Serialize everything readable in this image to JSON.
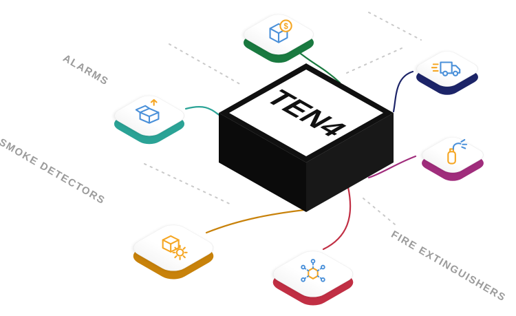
{
  "diagram": {
    "hub": {
      "label": "TEN4"
    },
    "labels": [
      {
        "text": "ALARMS"
      },
      {
        "text": "SMOKE DETECTORS"
      },
      {
        "text": "FIRE EXTINGUISHERS"
      }
    ],
    "nodes": [
      {
        "name": "payments",
        "icon": "box-dollar-icon",
        "accent": "#1a7a40",
        "badge": "$"
      },
      {
        "name": "delivery-truck",
        "icon": "truck-icon",
        "accent": "#1c2468"
      },
      {
        "name": "fire-extinguisher",
        "icon": "extinguisher-icon",
        "accent": "#a02d7c"
      },
      {
        "name": "package",
        "icon": "open-box-icon",
        "accent": "#2ba396"
      },
      {
        "name": "box-gear",
        "icon": "box-gear-icon",
        "accent": "#c8820b"
      },
      {
        "name": "network",
        "icon": "network-icon",
        "accent": "#c12f44"
      }
    ],
    "colors": {
      "cube_top": "#101010",
      "cube_left": "#0b0b0b",
      "cube_right": "#181818",
      "cube_face": "#ffffff",
      "hub_text": "#111111",
      "label_text": "#9b9b9b",
      "guide_dash": "#c9c9c9",
      "icon_blue": "#4a90d9",
      "icon_orange": "#f5a623"
    }
  }
}
